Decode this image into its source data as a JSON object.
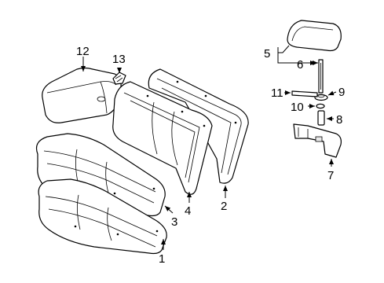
{
  "callouts": {
    "c1": "1",
    "c2": "2",
    "c3": "3",
    "c4": "4",
    "c5": "5",
    "c6": "6",
    "c7": "7",
    "c8": "8",
    "c9": "9",
    "c10": "10",
    "c11": "11",
    "c12": "12",
    "c13": "13"
  },
  "colors": {
    "line": "#000000",
    "background": "#ffffff",
    "shade": "#e9e9e9"
  }
}
